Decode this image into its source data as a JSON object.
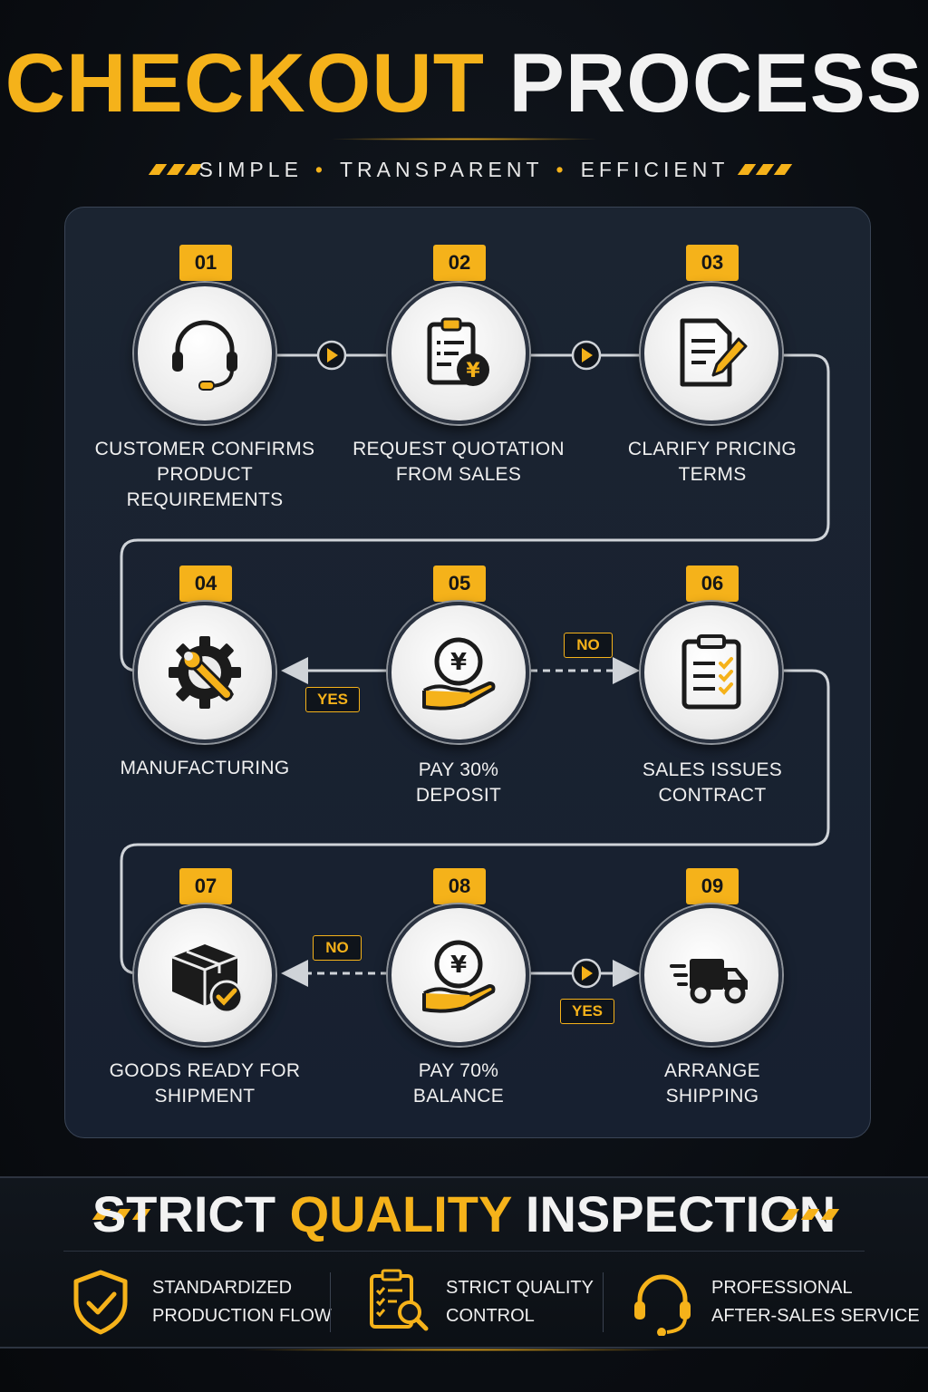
{
  "header": {
    "title_part1": "CHECKOUT",
    "title_part2": "PROCESS",
    "tagline_1": "SIMPLE",
    "tagline_2": "TRANSPARENT",
    "tagline_3": "EFFICIENT"
  },
  "colors": {
    "accent": "#f5b21a",
    "panel": "#1b2431",
    "text": "#f0f0f0"
  },
  "steps": [
    {
      "number": "01",
      "line1": "CUSTOMER CONFIRMS",
      "line2": "PRODUCT REQUIREMENTS",
      "icon": "headset-icon"
    },
    {
      "number": "02",
      "line1": "REQUEST QUOTATION",
      "line2": "FROM SALES",
      "icon": "clipboard-yen-icon"
    },
    {
      "number": "03",
      "line1": "CLARIFY PRICING",
      "line2": "TERMS",
      "icon": "document-pencil-icon"
    },
    {
      "number": "04",
      "line1": "MANUFACTURING",
      "line2": "",
      "icon": "gear-wrench-icon"
    },
    {
      "number": "05",
      "line1": "PAY 30%",
      "line2": "DEPOSIT",
      "icon": "hand-yen-coin-icon"
    },
    {
      "number": "06",
      "line1": "SALES ISSUES",
      "line2": "CONTRACT",
      "icon": "checklist-clipboard-icon"
    },
    {
      "number": "07",
      "line1": "GOODS READY FOR",
      "line2": "SHIPMENT",
      "icon": "box-check-icon"
    },
    {
      "number": "08",
      "line1": "PAY 70%",
      "line2": "BALANCE",
      "icon": "hand-yen-coin-icon"
    },
    {
      "number": "09",
      "line1": "ARRANGE",
      "line2": "SHIPPING",
      "icon": "delivery-truck-icon"
    }
  ],
  "decisions": {
    "step5_yes": "YES",
    "step5_no": "NO",
    "step8_no": "NO",
    "step8_yes": "YES"
  },
  "quality": {
    "title_part1": "STRICT",
    "title_part2": "QUALITY",
    "title_part3": "INSPECTION",
    "features": [
      {
        "line1": "STANDARDIZED",
        "line2": "PRODUCTION FLOW",
        "icon": "shield-check-icon"
      },
      {
        "line1": "STRICT QUALITY",
        "line2": "CONTROL",
        "icon": "clipboard-magnifier-icon"
      },
      {
        "line1": "PROFESSIONAL",
        "line2": "AFTER-SALES SERVICE",
        "icon": "headset-icon"
      }
    ]
  }
}
